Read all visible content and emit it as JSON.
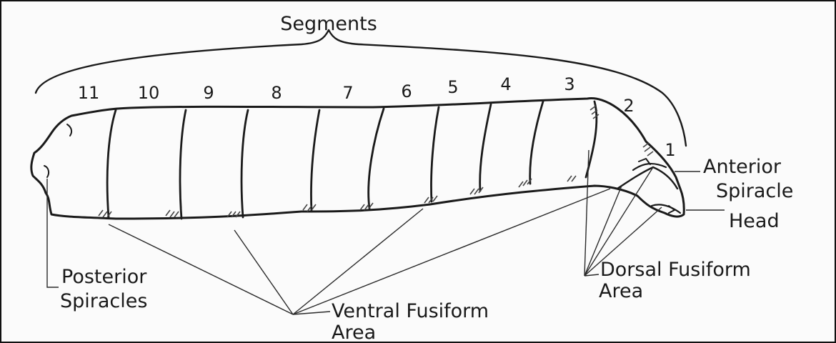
{
  "diagram": {
    "title": "Segments",
    "segment_numbers": [
      "11",
      "10",
      "9",
      "8",
      "7",
      "6",
      "5",
      "4",
      "3",
      "2",
      "1"
    ],
    "labels": {
      "anterior_spiracle": [
        "Anterior",
        "Spiracle"
      ],
      "head": "Head",
      "dorsal_fusiform_area": [
        "Dorsal Fusiform",
        "Area"
      ],
      "ventral_fusiform_area": [
        "Ventral Fusiform",
        "Area"
      ],
      "posterior_spiracles": [
        "Posterior",
        "Spiracles"
      ]
    }
  }
}
